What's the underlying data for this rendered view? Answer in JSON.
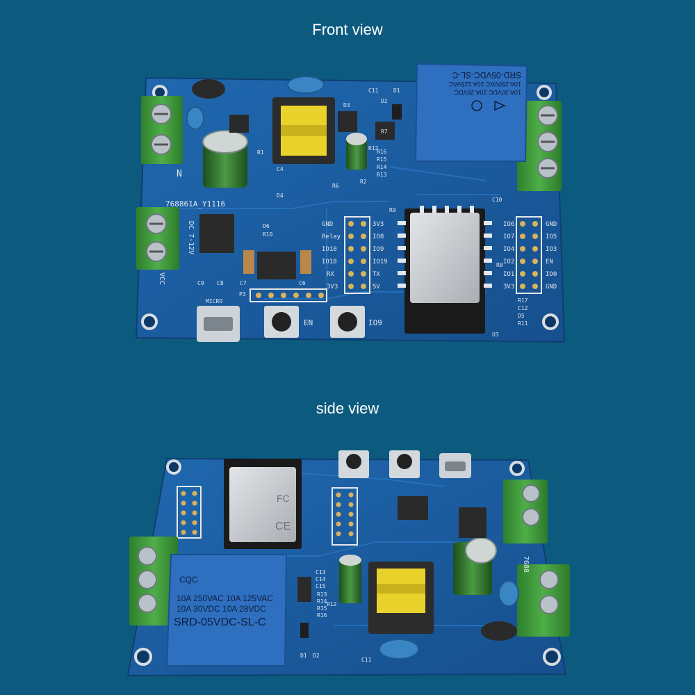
{
  "captions": {
    "front": "Front view",
    "side": "side view"
  },
  "board_front": {
    "relay_text": [
      "SRD-05VDC-SL-C",
      "10A 250VAC  10A 125VAC",
      "10A 30VDC   10A 28VDC"
    ],
    "silk": {
      "part_code": "768861A_Y1116",
      "power_in": "DC 7-12V",
      "vcc": "VCC",
      "gnd": "GND",
      "micro": "MICRO",
      "btn_en": "EN",
      "btn_io9": "IO9",
      "left_header": [
        "GND",
        "Relay",
        "IO10",
        "IO18",
        "RX",
        "3V3"
      ],
      "right_header_a": [
        "3V3",
        "IO8",
        "IO9",
        "IO19",
        "TX",
        "5V"
      ],
      "io_header_left": [
        "IO6",
        "IO7",
        "IO4",
        "IO2",
        "IO1",
        "3V3"
      ],
      "io_header_right": [
        "GND",
        "IO5",
        "IO3",
        "EN",
        "IO0",
        "GND"
      ],
      "refs": [
        "C11",
        "D1",
        "D2",
        "D3",
        "R1",
        "R2",
        "R6",
        "R7",
        "R9",
        "R10",
        "R12",
        "R13",
        "R14",
        "R15",
        "R16",
        "C4",
        "C6",
        "C7",
        "C8",
        "C9",
        "C10",
        "C12",
        "D4",
        "D5",
        "D6",
        "R8",
        "R11",
        "R17",
        "P3",
        "U3"
      ],
      "n_label": "N"
    }
  },
  "board_side": {
    "relay_text": [
      "CQC",
      "10A 250VAC  10A 125VAC",
      "10A  30VDC  10A  28VDC",
      "SRD-05VDC-SL-C"
    ],
    "silk": {
      "refs": [
        "C11",
        "C13",
        "C14",
        "C15",
        "D1",
        "D2",
        "R12",
        "R13",
        "R14",
        "R15",
        "R16"
      ],
      "part_code": "7688"
    }
  },
  "colors": {
    "background": "#0d5a7f",
    "pcb": "#1a5fa3",
    "terminal": "#3f9a3a",
    "relay": "#2e6fc0",
    "module": "#c9cdd2"
  }
}
